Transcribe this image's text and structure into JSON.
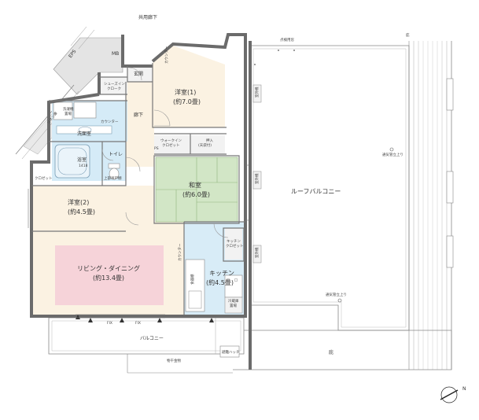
{
  "labels": {
    "common_corridor": "共用廊下",
    "eps": "EPS",
    "mb": "MB",
    "entrance": "玄関",
    "shoes_cloak": "シューズイン\nクローク",
    "hallway": "廊下",
    "counter_top": "カウンター",
    "western1": "洋室(1)",
    "western1_size": "(約7.0畳)",
    "washer": "洗濯機\n置場",
    "linen": "リネン庫",
    "counter_wash": "カウンター",
    "washroom": "洗面室",
    "toilet": "トイレ",
    "bathroom": "浴室",
    "bath_size": "1418",
    "closet_left": "クロゼット",
    "upper_shelf": "上部吊戸棚",
    "walkin": "ウォークイン\nクロゼット",
    "oshiire": "押入\n(天袋付)",
    "ps": "PS",
    "japanese": "和室",
    "japanese_size": "(約6.0畳)",
    "western2": "洋室(2)",
    "western2_size": "(約4.5畳)",
    "roof_balcony": "ルーフバルコニー",
    "outdoor_unit": "室外機",
    "emergency_ladder": "避難ハッチ",
    "window_top": "点検用窓",
    "eave_top": "庇",
    "kitchen_closet": "キッチン\nクロゼット",
    "counter_k": "カウンター",
    "kitchen": "キッチン",
    "kitchen_size": "(約4.5畳)",
    "living": "リビング・ダイニング",
    "living_size": "(約13.4畳)",
    "fridge": "冷蔵庫\n置場",
    "cupboard": "食器棚",
    "balcony": "バルコニー",
    "eave_bottom": "庇",
    "fix": "FIX",
    "drain_note": "避難ハッチ",
    "pipe_top": "通気管立上り",
    "pipe_bottom": "通気管立上り",
    "floor_note": "物干金物",
    "north": "N"
  },
  "colors": {
    "western": "#fbf2e2",
    "living": "#f6d3d9",
    "kitchen": "#d8ecf7",
    "tatami": "#d2e6c6",
    "tatami_line": "#8fb47c",
    "wet": "#d5ebf7",
    "closet": "#f2f2f2",
    "wall": "#6b6b6b",
    "exterior": "#cfcfcf"
  }
}
